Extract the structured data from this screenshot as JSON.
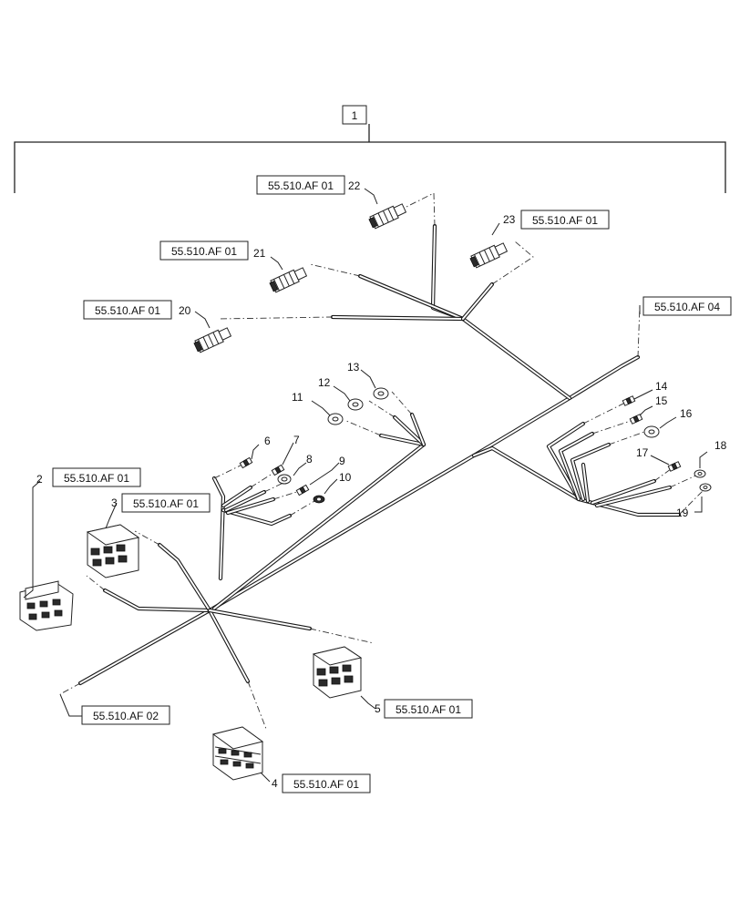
{
  "assembly": {
    "number": "1"
  },
  "refs": {
    "r20": "55.510.AF 01",
    "r21": "55.510.AF 01",
    "r22": "55.510.AF 01",
    "r23": "55.510.AF 01",
    "r04": "55.510.AF 04",
    "r2": "55.510.AF 01",
    "r3": "55.510.AF 01",
    "r5": "55.510.AF 01",
    "r4": "55.510.AF 01",
    "r02": "55.510.AF 02"
  },
  "callouts": {
    "c2": "2",
    "c3": "3",
    "c4": "4",
    "c5": "5",
    "c6": "6",
    "c7": "7",
    "c8": "8",
    "c9": "9",
    "c10": "10",
    "c11": "11",
    "c12": "12",
    "c13": "13",
    "c14": "14",
    "c15": "15",
    "c16": "16",
    "c17": "17",
    "c18": "18",
    "c19": "19",
    "c20": "20",
    "c21": "21",
    "c22": "22",
    "c23": "23"
  }
}
